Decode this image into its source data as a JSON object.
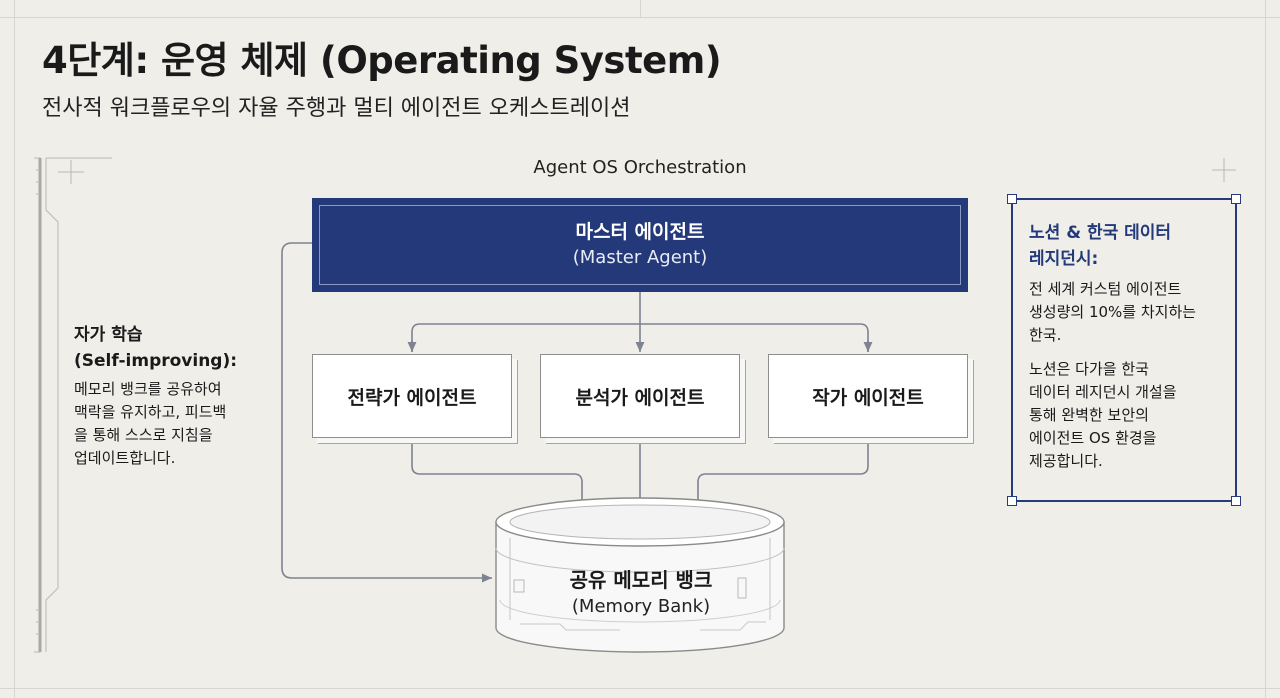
{
  "header": {
    "title": "4단계: 운영 체제 (Operating System)",
    "subtitle": "전사적 워크플로우의 자율 주행과 멀티 에이전트 오케스트레이션"
  },
  "diagram": {
    "heading": "Agent OS Orchestration",
    "master": {
      "label_ko": "마스터 에이전트",
      "label_en": "(Master Agent)"
    },
    "agents": [
      {
        "label": "전략가 에이전트"
      },
      {
        "label": "분석가 에이전트"
      },
      {
        "label": "작가 에이전트"
      }
    ],
    "memory": {
      "label_ko": "공유 메모리 뱅크",
      "label_en": "(Memory Bank)"
    }
  },
  "left_panel": {
    "title_line1": "자가 학습",
    "title_line2": "(Self-improving):",
    "body_lines": [
      "메모리 뱅크를 공유하여",
      "맥락을 유지하고, 피드백",
      "을 통해 스스로 지침을",
      "업데이트합니다."
    ]
  },
  "right_panel": {
    "title_lines": [
      "노션 & 한국 데이터",
      "레지던시:"
    ],
    "para1_lines": [
      "전 세계 커스텀 에이전트",
      "생성량의 10%를 차지하는",
      "한국."
    ],
    "para2_lines": [
      "노션은 다가을 한국",
      "데이터 레지던시 개설을",
      "통해 완벽한 보안의",
      "에이전트 OS 환경을",
      "제공합니다."
    ]
  },
  "colors": {
    "background": "#efeee9",
    "master_fill": "#24397a",
    "connector": "#7d8390",
    "accent_border": "#263b7e"
  }
}
